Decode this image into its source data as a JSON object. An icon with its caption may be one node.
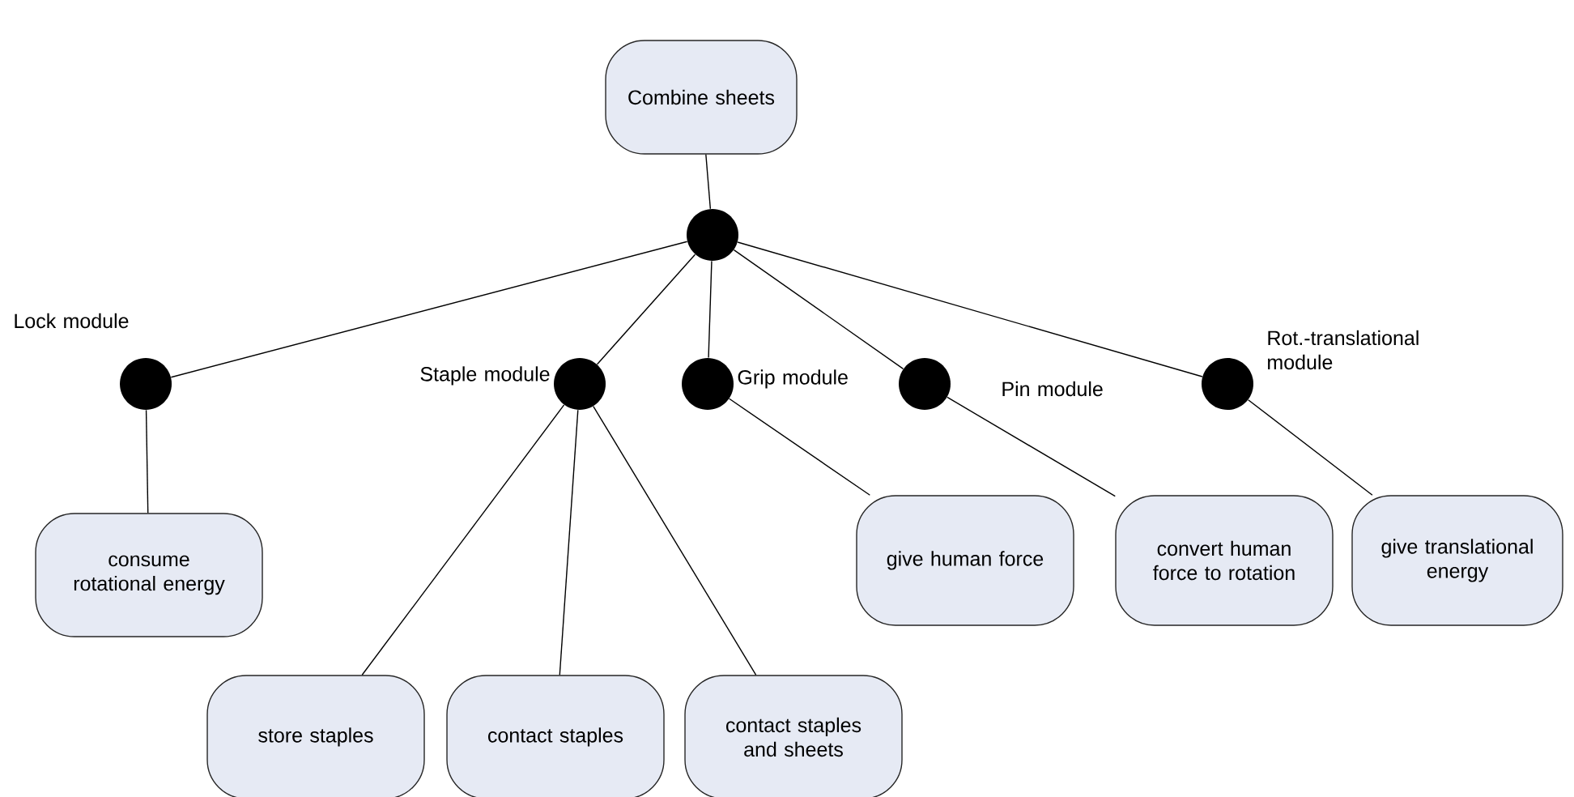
{
  "diagram": {
    "nodes": [
      {
        "text": [
          "Combine sheets"
        ]
      },
      {
        "text": [],
        "shape": "circle"
      },
      {
        "text": [],
        "shape": "circle",
        "beside": [
          "Lock module"
        ]
      },
      {
        "text": [],
        "shape": "circle",
        "beside": [
          "Staple module"
        ]
      },
      {
        "text": [],
        "shape": "circle",
        "beside": [
          "Grip module"
        ]
      },
      {
        "text": [],
        "shape": "circle",
        "beside": [
          "Pin module"
        ]
      },
      {
        "text": [],
        "shape": "circle",
        "beside": [
          "Rot.-translational module"
        ]
      },
      {
        "text": [
          "consume rotational energy"
        ]
      },
      {
        "text": [
          "store staples"
        ]
      },
      {
        "text": [
          "contact staples"
        ]
      },
      {
        "text": [
          "contact staples and sheets"
        ]
      },
      {
        "text": [
          "give human force"
        ]
      },
      {
        "text": [
          "convert human force to rotation"
        ]
      },
      {
        "text": [
          "give translational energy"
        ]
      }
    ],
    "edges": [
      {
        "from": 0,
        "to": 1,
        "arrow": "none"
      },
      {
        "from": 1,
        "to": 2,
        "arrow": "none"
      },
      {
        "from": 1,
        "to": 3,
        "arrow": "none"
      },
      {
        "from": 1,
        "to": 4,
        "arrow": "none"
      },
      {
        "from": 1,
        "to": 5,
        "arrow": "none"
      },
      {
        "from": 1,
        "to": 6,
        "arrow": "none"
      },
      {
        "from": 2,
        "to": 7,
        "arrow": "none"
      },
      {
        "from": 3,
        "to": 8,
        "arrow": "none"
      },
      {
        "from": 3,
        "to": 9,
        "arrow": "none"
      },
      {
        "from": 3,
        "to": 10,
        "arrow": "none"
      },
      {
        "from": 4,
        "to": 11,
        "arrow": "none"
      },
      {
        "from": 5,
        "to": 12,
        "arrow": "none"
      },
      {
        "from": 6,
        "to": 13,
        "arrow": "none"
      }
    ]
  }
}
